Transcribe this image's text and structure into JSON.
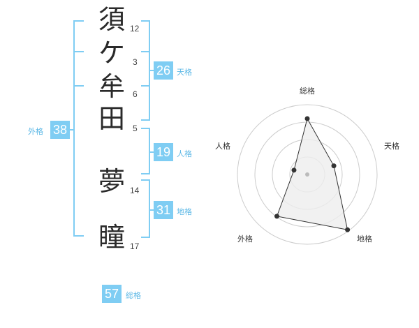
{
  "name_chars": [
    {
      "char": "須",
      "strokes": "12"
    },
    {
      "char": "ケ",
      "strokes": "3"
    },
    {
      "char": "牟",
      "strokes": "6"
    },
    {
      "char": "田",
      "strokes": "5"
    },
    {
      "char": "夢",
      "strokes": "14"
    },
    {
      "char": "瞳",
      "strokes": "17"
    }
  ],
  "kakusu": {
    "tenkaku": {
      "value": "26",
      "label": "天格"
    },
    "jinkaku": {
      "value": "19",
      "label": "人格"
    },
    "chikaku": {
      "value": "31",
      "label": "地格"
    },
    "gaikaku": {
      "value": "38",
      "label": "外格"
    },
    "soukaku": {
      "value": "57",
      "label": "総格"
    }
  },
  "radar": {
    "labels": {
      "top": "総格",
      "right": "天格",
      "bottom_right": "地格",
      "bottom_left": "外格",
      "left": "人格"
    },
    "scores": {
      "soukaku": 0.8,
      "tenkaku": 0.4,
      "chikaku": 0.98,
      "gaikaku": 0.74,
      "jinkaku": 0.2
    },
    "colors": {
      "grid": "#cccccc",
      "fill": "#eeeeee",
      "line": "#333333",
      "center": "#bbbbbb"
    }
  },
  "colors": {
    "accent": "#7fcdf3",
    "bracket": "#7fcdf3",
    "label": "#5cb8e6"
  }
}
